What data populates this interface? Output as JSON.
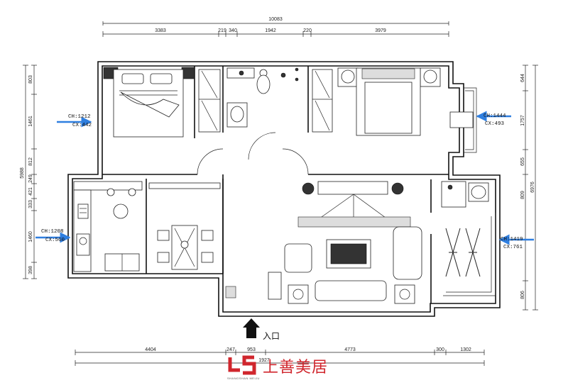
{
  "dimensions": {
    "top_total": "10083",
    "top_segments": [
      "3383",
      "219",
      "340",
      "1942",
      "220",
      "3979"
    ],
    "bottom_segments": [
      "4404",
      "247",
      "953",
      "4773",
      "300",
      "1302"
    ],
    "bottom_total": "1927",
    "left_segments": [
      "803",
      "1461",
      "812",
      "249",
      "421",
      "333",
      "1460",
      "398"
    ],
    "left_total": "5988",
    "right_segments": [
      "644",
      "1757",
      "655",
      "809",
      "806"
    ],
    "right_total": "6976"
  },
  "window_tags": {
    "bedroom_left": {
      "ch": "CH:1212",
      "cx": "CX:442"
    },
    "kitchen_left": {
      "ch": "CH:1208",
      "cx": "CX:560"
    },
    "bedroom_right": {
      "ch": "CH:1444",
      "cx": "CX:493"
    },
    "balcony_right": {
      "ch": "CH:1419",
      "cx": "CX:761"
    }
  },
  "entrance": {
    "label": "入口"
  },
  "brand": {
    "name": "上善美居",
    "mark": "ᒧ5",
    "sub": "SHANGSHAN MEIJU"
  },
  "colors": {
    "arrow": "#2f7fe0",
    "brand": "#d0262d"
  }
}
